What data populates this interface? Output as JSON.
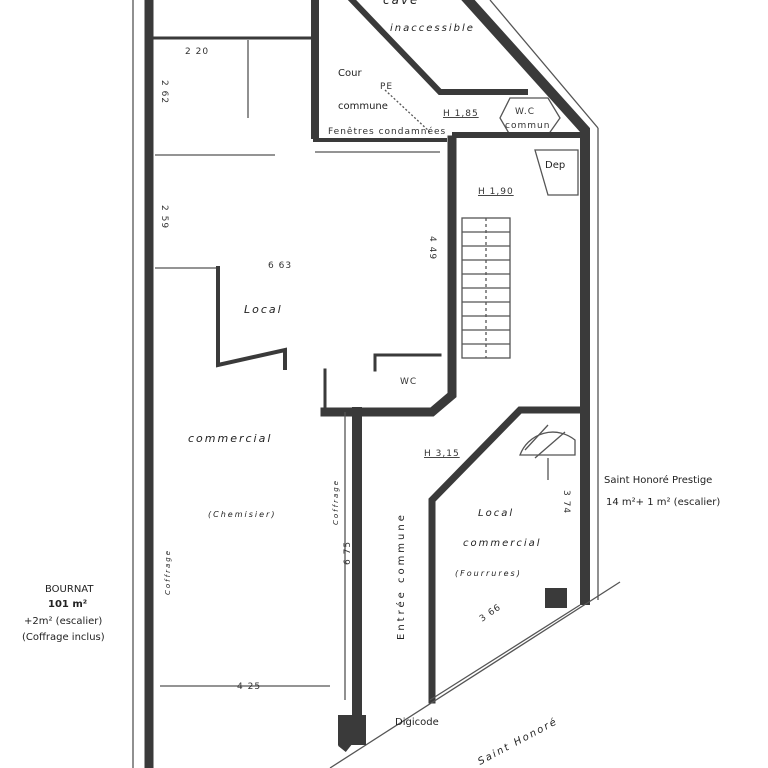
{
  "plan": {
    "top": {
      "cave": "cave",
      "inaccessible": "inaccessible",
      "cour": "Cour",
      "commune": "commune",
      "pe": "PE",
      "fenetres": "Fenêtres condamnées",
      "h185": "H 1,85",
      "wc_commun_1": "W.C",
      "wc_commun_2": "commun",
      "dep": "Dep",
      "h190": "H 1,90"
    },
    "dimensions": {
      "d220": "2 20",
      "d262": "2 62",
      "d259": "2 59",
      "d663": "6 63",
      "d449": "4 49",
      "d675": "6 75",
      "d425": "4 25",
      "d374": "3 74",
      "d366": "3 66",
      "h315": "H 3,15"
    },
    "local_chemisier": {
      "local": "Local",
      "commercial": "commercial",
      "name": "(Chemisier)",
      "coffrage_1": "Coffrage",
      "coffrage_2": "Coffrage",
      "wc": "WC"
    },
    "local_fourrures": {
      "local": "Local",
      "commercial": "commercial",
      "name": "(Fourrures)"
    },
    "entree": "Entrée commune",
    "digicode": "Digicode",
    "street": "Saint Honoré",
    "left_note": {
      "name": "BOURNAT",
      "area": "101 m²",
      "extra": "+2m² (escalier)",
      "detail": "(Coffrage inclus)"
    },
    "right_note": {
      "name": "Saint Honoré Prestige",
      "area": "14 m²+ 1 m² (escalier)"
    }
  }
}
